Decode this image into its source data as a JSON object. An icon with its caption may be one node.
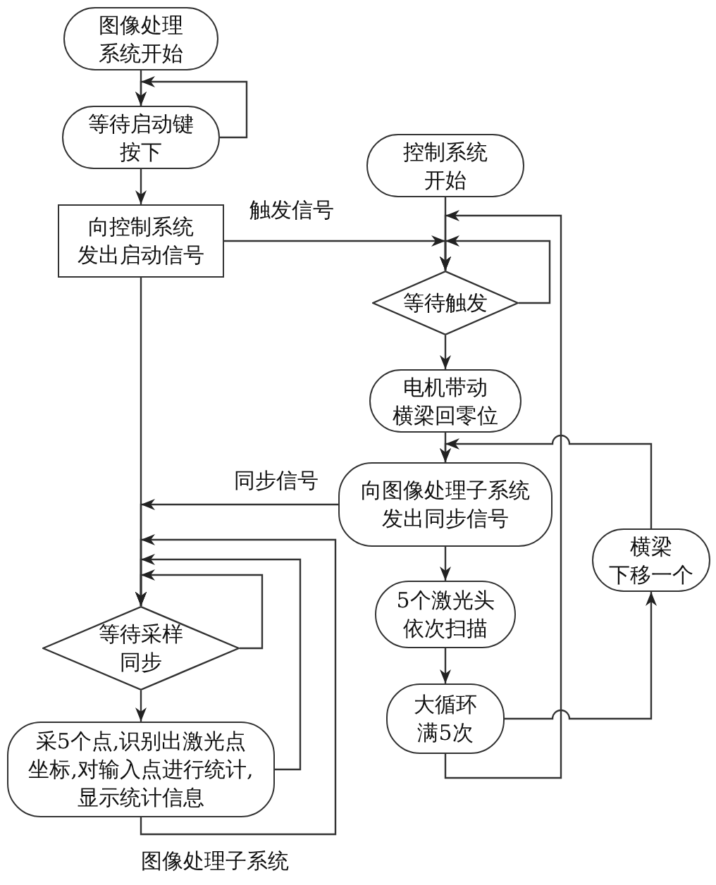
{
  "diagram": {
    "nodes": [
      {
        "text": [
          "图像处理系统开始"
        ]
      },
      {
        "text": [
          "等待启动键按下"
        ]
      },
      {
        "text": [
          "向控制系统发出启动信号"
        ]
      },
      {
        "text": [
          "控制系统开始"
        ]
      },
      {
        "text": [
          "等待触发"
        ]
      },
      {
        "text": [
          "电机带动横梁回零位"
        ]
      },
      {
        "text": [
          "向图像处理子系统发出同步信号"
        ]
      },
      {
        "text": [
          "横梁下移一个"
        ]
      },
      {
        "text": [
          "5个激光头依次扫描"
        ]
      },
      {
        "text": [
          "大循环满5次"
        ]
      },
      {
        "text": [
          "等待采样同步"
        ]
      },
      {
        "text": [
          "采5个点,识别出激光点坐标,对输入点进行统计,显示统计信息"
        ]
      }
    ],
    "edges": [
      {
        "from": 0,
        "to": 1,
        "arrow": "to"
      },
      {
        "from": 1,
        "to": 1,
        "arrow": "to"
      },
      {
        "from": 1,
        "to": 2,
        "arrow": "to"
      },
      {
        "from": 2,
        "to": 4,
        "arrow": "to",
        "label": "触发信号"
      },
      {
        "from": 2,
        "to": 10,
        "arrow": "to"
      },
      {
        "from": 3,
        "to": 4,
        "arrow": "to"
      },
      {
        "from": 4,
        "to": 4,
        "arrow": "to"
      },
      {
        "from": 4,
        "to": 5,
        "arrow": "to"
      },
      {
        "from": 5,
        "to": 6,
        "arrow": "to"
      },
      {
        "from": 6,
        "to": 10,
        "arrow": "to",
        "label": "同步信号"
      },
      {
        "from": 6,
        "to": 8,
        "arrow": "to"
      },
      {
        "from": 8,
        "to": 9,
        "arrow": "to"
      },
      {
        "from": 9,
        "to": 7,
        "arrow": "to"
      },
      {
        "from": 7,
        "to": 6,
        "arrow": "to"
      },
      {
        "from": 9,
        "to": 4,
        "arrow": "to"
      },
      {
        "from": 10,
        "to": 10,
        "arrow": "to"
      },
      {
        "from": 10,
        "to": 11,
        "arrow": "to"
      },
      {
        "from": 11,
        "to": 10,
        "arrow": "to"
      },
      {
        "from": 11,
        "to": 10,
        "arrow": "to"
      }
    ],
    "labels": [
      "图像处理子系统"
    ]
  }
}
